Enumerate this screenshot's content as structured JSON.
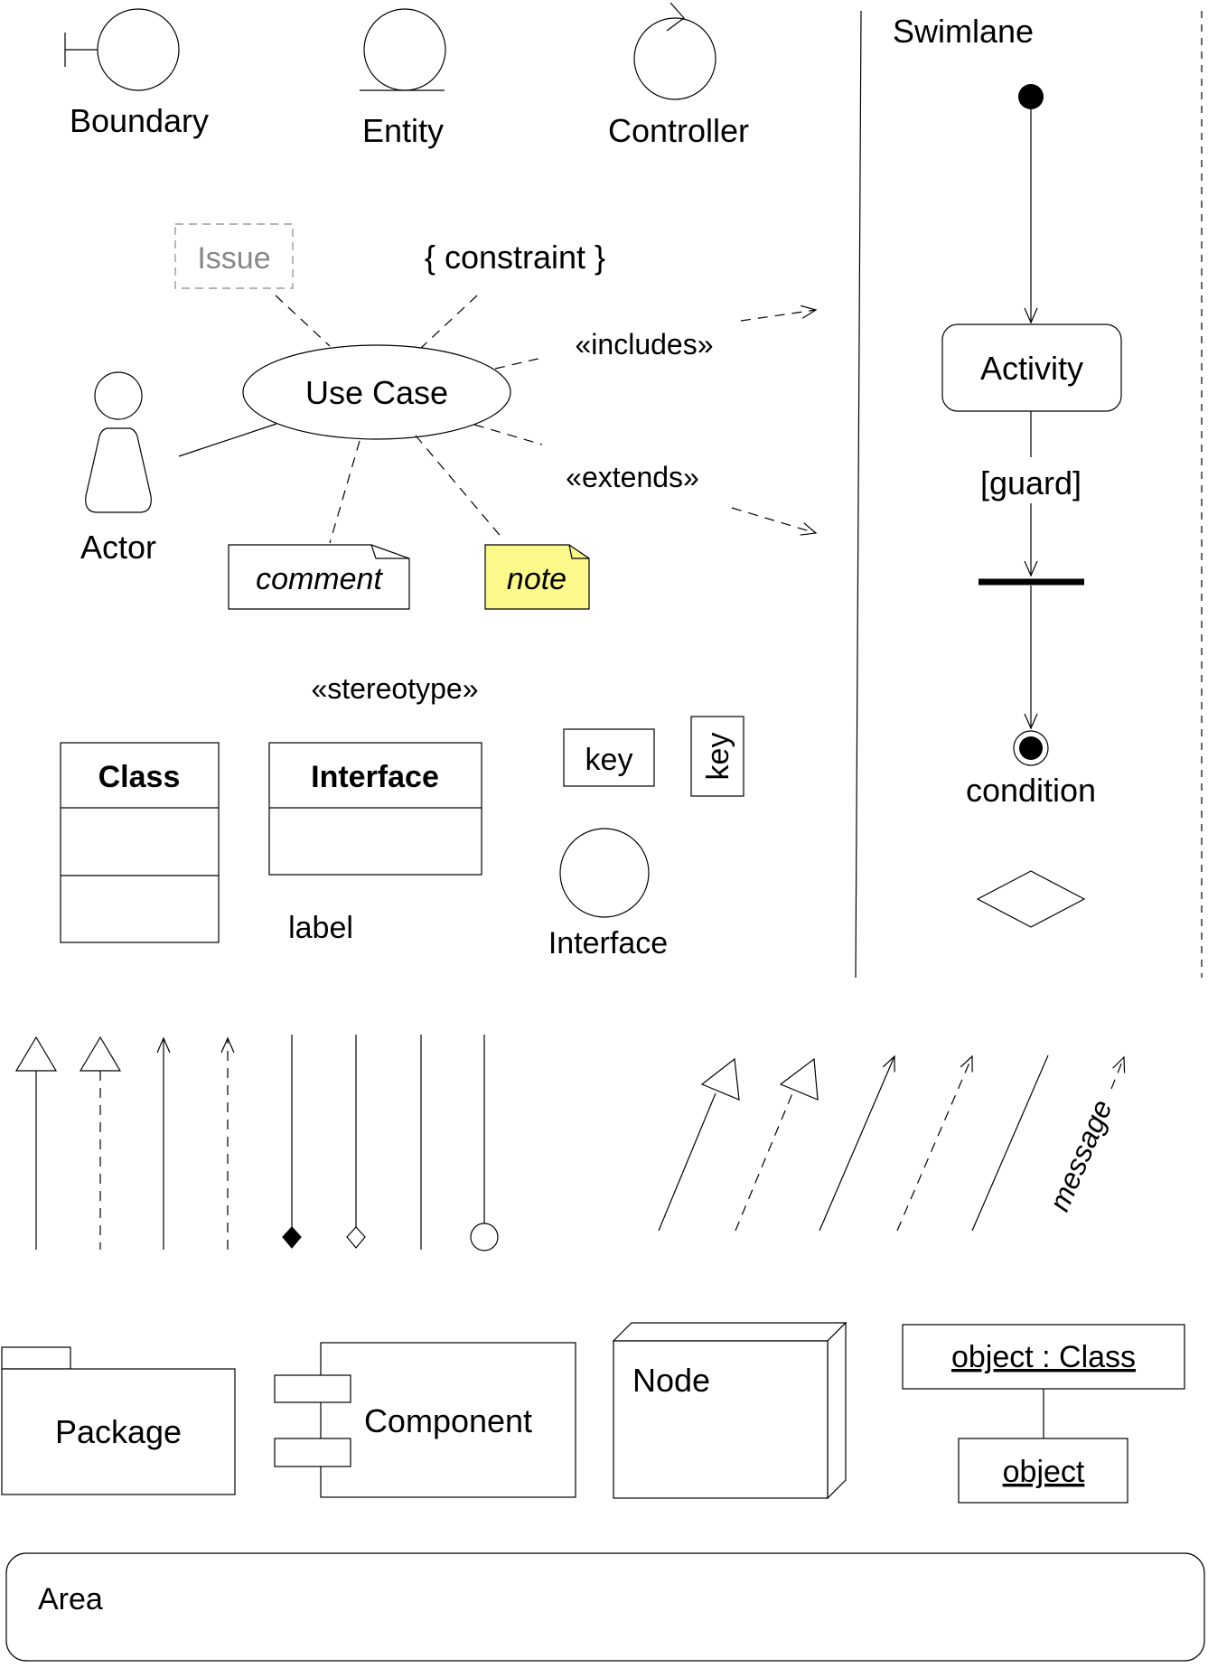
{
  "labels": {
    "boundary": "Boundary",
    "entity": "Entity",
    "controller": "Controller",
    "swimlane": "Swimlane",
    "issue": "Issue",
    "constraint": "{ constraint }",
    "includes": "«includes»",
    "use_case": "Use Case",
    "extends": "«extends»",
    "actor": "Actor",
    "comment": "comment",
    "note": "note",
    "activity": "Activity",
    "guard": "[guard]",
    "condition": "condition",
    "stereotype": "«stereotype»",
    "class": "Class",
    "interface_box": "Interface",
    "key": "key",
    "key_vertical": "key",
    "label": "label",
    "interface_circle": "Interface",
    "message": "message",
    "package": "Package",
    "component": "Component",
    "node": "Node",
    "object_class": "object : Class",
    "object": "object",
    "area": "Area"
  },
  "colors": {
    "stroke": "#000000",
    "background": "#ffffff",
    "issue_gray": "#888888",
    "note_yellow": "#fbf98a"
  },
  "icons": {
    "boundary": "boundary-icon",
    "entity": "entity-icon",
    "controller": "controller-icon",
    "actor": "actor-icon",
    "initial_node": "initial-node-icon",
    "fork_bar": "fork-bar-icon",
    "final_node": "final-node-icon",
    "decision": "decision-diamond-icon"
  }
}
